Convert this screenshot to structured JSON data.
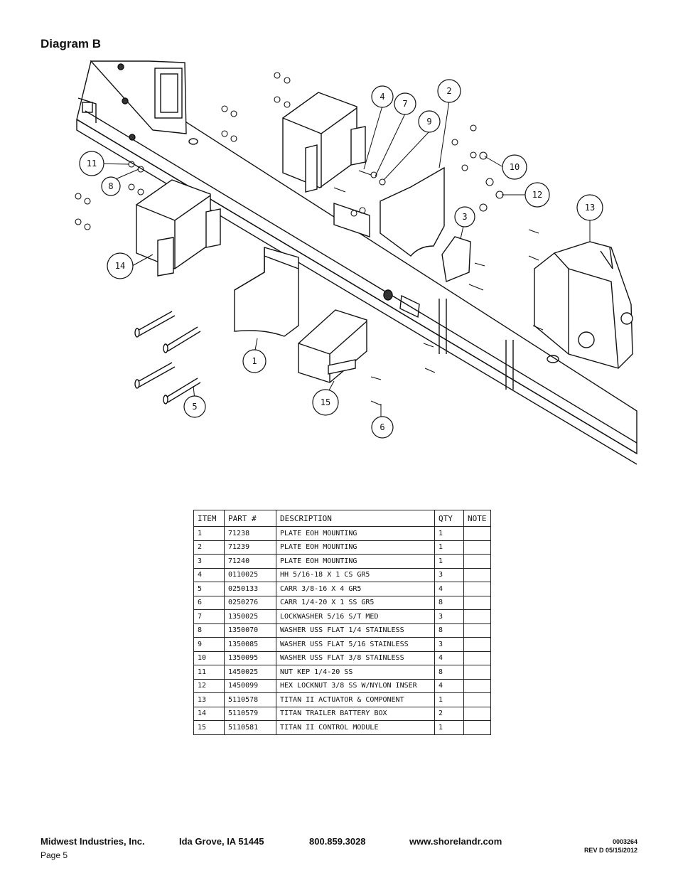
{
  "page": {
    "title": "Diagram B",
    "page_label": "Page 5"
  },
  "callouts": [
    "1",
    "2",
    "3",
    "4",
    "5",
    "6",
    "7",
    "8",
    "9",
    "10",
    "11",
    "12",
    "13",
    "14",
    "15"
  ],
  "table": {
    "headers": [
      "ITEM",
      "PART #",
      "DESCRIPTION",
      "QTY",
      "NOTE"
    ],
    "rows": [
      [
        "1",
        "71238",
        "PLATE EOH MOUNTING",
        "1",
        ""
      ],
      [
        "2",
        "71239",
        "PLATE EOH MOUNTING",
        "1",
        ""
      ],
      [
        "3",
        "71240",
        "PLATE EOH MOUNTING",
        "1",
        ""
      ],
      [
        "4",
        "0110025",
        "HH 5/16-18 X 1 CS GR5",
        "3",
        ""
      ],
      [
        "5",
        "0250133",
        "CARR 3/8-16 X 4 GR5",
        "4",
        ""
      ],
      [
        "6",
        "0250276",
        "CARR 1/4-20 X 1 SS GR5",
        "8",
        ""
      ],
      [
        "7",
        "1350025",
        "LOCKWASHER 5/16 S/T MED",
        "3",
        ""
      ],
      [
        "8",
        "1350070",
        "WASHER USS FLAT 1/4 STAINLESS",
        "8",
        ""
      ],
      [
        "9",
        "1350085",
        "WASHER USS FLAT 5/16 STAINLESS",
        "3",
        ""
      ],
      [
        "10",
        "1350095",
        "WASHER USS FLAT 3/8 STAINLESS",
        "4",
        ""
      ],
      [
        "11",
        "1450025",
        "NUT KEP 1/4-20 SS",
        "8",
        ""
      ],
      [
        "12",
        "1450099",
        "HEX LOCKNUT 3/8 SS W/NYLON INSER",
        "4",
        ""
      ],
      [
        "13",
        "5110578",
        "TITAN II ACTUATOR & COMPONENT",
        "1",
        ""
      ],
      [
        "14",
        "5110579",
        "TITAN TRAILER BATTERY BOX",
        "2",
        ""
      ],
      [
        "15",
        "5110581",
        "TITAN II CONTROL MODULE",
        "1",
        ""
      ]
    ]
  },
  "footer": {
    "company": "Midwest Industries, Inc.",
    "city": "Ida Grove, IA  51445",
    "phone": "800.859.3028",
    "website": "www.shorelandr.com",
    "doc_number": "0003264",
    "revision": "REV D  05/15/2012"
  }
}
